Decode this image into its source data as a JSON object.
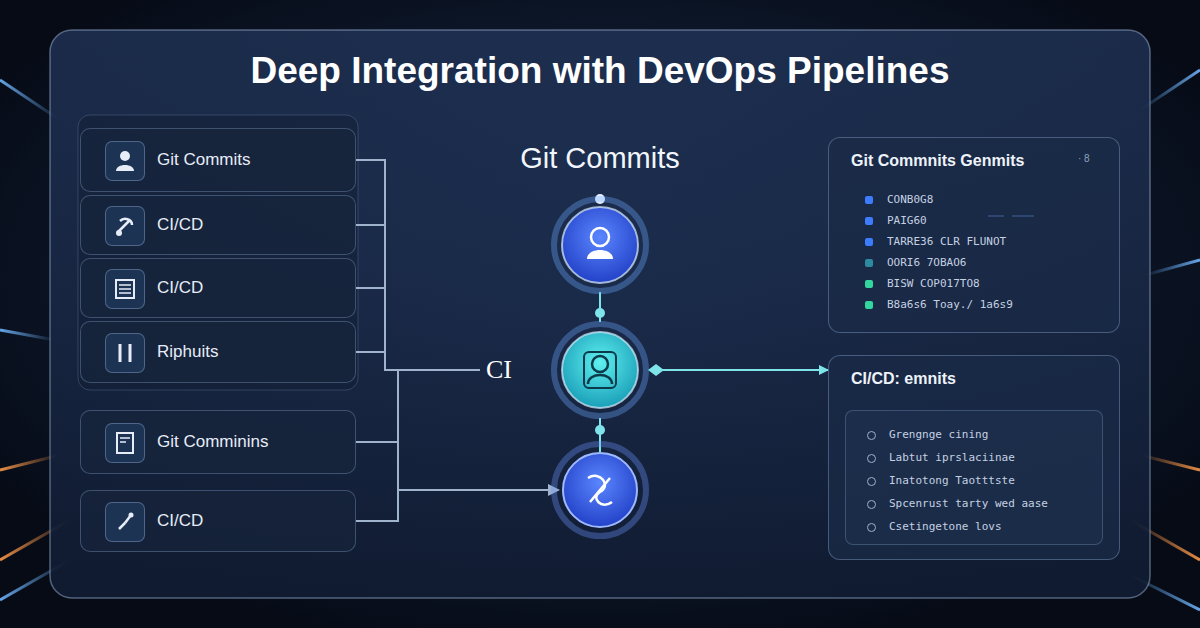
{
  "diagram": {
    "title": "Deep Integration with DevOps Pipelines",
    "nodes": [
      {
        "text": [
          "Git Commits"
        ]
      },
      {
        "text": [
          "CI/CD"
        ]
      },
      {
        "text": [
          "CI/CD"
        ]
      },
      {
        "text": [
          "Riphuits"
        ]
      },
      {
        "text": [
          "Git Comminins"
        ]
      },
      {
        "text": [
          "CI/CD"
        ]
      },
      {
        "text": [
          "Git Commits"
        ]
      },
      {
        "text": [
          "CI"
        ]
      },
      {
        "text": [
          "Git Commnits Genmits",
          "CONB0G8",
          "PAIG60",
          "TARRE36 CLR FLUNOT",
          "OORI6 7OBAO6",
          "BISW COP017TO8",
          "B8a6s6 Toay./ 1a6s9"
        ]
      },
      {
        "text": [
          "CI/CD: emnits",
          "Grengnge cining",
          "Labtut iprslaciinae",
          "Inatotong Taotttste",
          "Spcenrust tarty wed aase",
          "Csetingetone lovs"
        ]
      }
    ],
    "edges": [
      {
        "from": 0,
        "to": 7,
        "arrow": "none"
      },
      {
        "from": 1,
        "to": 7,
        "arrow": "none"
      },
      {
        "from": 2,
        "to": 7,
        "arrow": "none"
      },
      {
        "from": 3,
        "to": 7,
        "arrow": "none"
      },
      {
        "from": 6,
        "to": 7,
        "arrow": "none"
      },
      {
        "from": 7,
        "to": 9,
        "arrow": "to"
      }
    ],
    "labels": [
      "· 8"
    ]
  }
}
